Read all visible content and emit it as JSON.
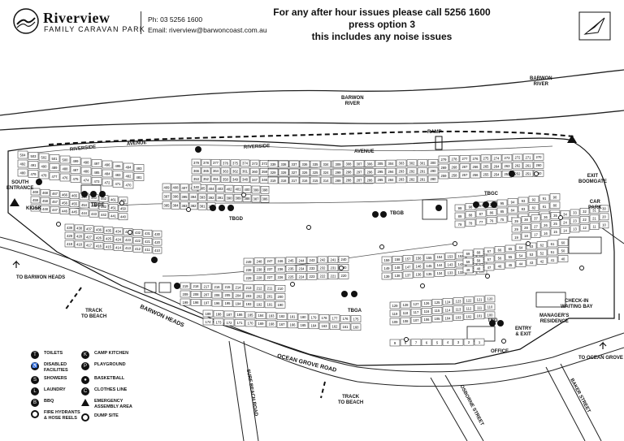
{
  "header": {
    "brand_name": "Riverview",
    "brand_sub": "FAMILY CARAVAN PARK",
    "phone": "Ph: 03 5256 1600",
    "email": "Email: riverview@barwoncoast.com.au",
    "notice_lines": [
      "For any after hour issues please call 5256 1600",
      "press option 3",
      "this includes any noise issues"
    ]
  },
  "map_labels": {
    "barwon_river_1": "BARWON\nRIVER",
    "barwon_river_2": "BARWON\nRIVER",
    "ramp": "RAMP",
    "riverside_1": "RIVERSIDE",
    "avenue_1": "AVENUE",
    "riverside_2": "RIVERSIDE",
    "avenue_2": "AVENUE",
    "south_entrance": "SOUTH\nENTRANCE",
    "kiosk": "KIOSK",
    "to_barwon_heads": "TO BARWON HEADS",
    "track_to_beach_1": "TRACK\nTO BEACH",
    "track_to_beach_2": "TRACK\nTO BEACH",
    "barwon_heads_rd": "BARWON HEADS",
    "ocean_grove_road": "OCEAN GROVE ROAD",
    "surf_beach_road": "SURF BEACH ROAD",
    "osborne_street": "OSBORNE STREET",
    "baker_street": "BAKER STREET",
    "exit_boomgate": "EXIT\nBOOMGATE",
    "car_park": "CAR\nPARK",
    "check_in": "CHECK-IN\nWAITING BAY",
    "managers_residence": "MANAGER'S\nRESIDENCE",
    "entry_exit": "ENTRY\n& EXIT",
    "office": "OFFICE",
    "to_ocean_grove": "TO OCEAN GROVE",
    "tbge": "TBGE",
    "tbgd": "TBGD",
    "tbgb": "TBGB",
    "tbgc": "TBGC",
    "tbga": "TBGA",
    "tbg": "TBG"
  },
  "sites": {
    "row_a": [
      "504",
      "503",
      "502",
      "501",
      "500",
      "499",
      "498",
      "497",
      "496",
      "495",
      "494",
      "493",
      "492",
      "491",
      "490",
      "489",
      "488",
      "487",
      "486",
      "485",
      "484",
      "483",
      "482",
      "481",
      "480",
      "479",
      "478",
      "477",
      "476",
      "475",
      "474",
      "473",
      "472",
      "471",
      "470"
    ],
    "row_b": [
      "469",
      "468",
      "467",
      "466",
      "465",
      "464",
      "463",
      "462",
      "461",
      "460",
      "459",
      "458",
      "457",
      "456",
      "455",
      "454",
      "453",
      "452",
      "451",
      "450",
      "449",
      "448",
      "447",
      "446",
      "445",
      "444",
      "443",
      "442",
      "441",
      "440"
    ],
    "row_c": [
      "439",
      "438",
      "437",
      "436",
      "435",
      "434",
      "433",
      "432",
      "431",
      "430",
      "429",
      "428",
      "427",
      "426",
      "425",
      "424",
      "423",
      "422",
      "421",
      "420",
      "419",
      "418",
      "417",
      "416",
      "415",
      "414",
      "413",
      "412",
      "411",
      "410"
    ],
    "row_d": [
      "409",
      "408",
      "407",
      "406",
      "405",
      "404",
      "403",
      "402",
      "401",
      "400",
      "399",
      "398",
      "397",
      "396",
      "395",
      "394",
      "393",
      "392",
      "391",
      "390",
      "389",
      "388",
      "387",
      "386",
      "385",
      "384",
      "383",
      "382",
      "381",
      "380"
    ],
    "row_e": [
      "379",
      "378",
      "377",
      "376",
      "375",
      "374",
      "373",
      "372",
      "371",
      "370",
      "369",
      "368",
      "367",
      "366",
      "365",
      "364",
      "363",
      "362",
      "361",
      "360",
      "359",
      "358",
      "357",
      "356",
      "355",
      "354",
      "353",
      "352",
      "351",
      "350",
      "349",
      "348",
      "347",
      "346",
      "345",
      "344",
      "343",
      "342",
      "341",
      "340"
    ],
    "row_f": [
      "339",
      "338",
      "337",
      "336",
      "335",
      "334",
      "333",
      "332",
      "331",
      "330",
      "329",
      "328",
      "327",
      "326",
      "325",
      "324",
      "323",
      "322",
      "321",
      "320",
      "319",
      "318",
      "317",
      "316",
      "315",
      "314",
      "313",
      "312",
      "311",
      "310"
    ],
    "row_g": [
      "309",
      "308",
      "307",
      "306",
      "305",
      "304",
      "303",
      "302",
      "301",
      "300",
      "299",
      "298",
      "297",
      "296",
      "295",
      "294",
      "293",
      "292",
      "291",
      "290",
      "289",
      "288",
      "287",
      "286",
      "285",
      "284",
      "283",
      "282",
      "281",
      "280"
    ],
    "row_h": [
      "279",
      "278",
      "277",
      "276",
      "275",
      "274",
      "273",
      "272",
      "271",
      "270",
      "269",
      "268",
      "267",
      "266",
      "265",
      "264",
      "263",
      "262",
      "261",
      "260",
      "259",
      "258",
      "257",
      "256",
      "255",
      "254",
      "253",
      "252",
      "251",
      "250"
    ],
    "row_i": [
      "249",
      "248",
      "247",
      "246",
      "245",
      "244",
      "243",
      "242",
      "241",
      "240",
      "239",
      "238",
      "237",
      "236",
      "235",
      "234",
      "233",
      "232",
      "231",
      "230",
      "229",
      "228",
      "227",
      "226",
      "225",
      "224",
      "223",
      "222",
      "221",
      "220"
    ],
    "row_j": [
      "219",
      "218",
      "217",
      "216",
      "215",
      "214",
      "213",
      "212",
      "211",
      "210",
      "209",
      "208",
      "207",
      "206",
      "205",
      "204",
      "203",
      "202",
      "201",
      "200",
      "199",
      "198",
      "197",
      "196",
      "195",
      "194",
      "193",
      "192",
      "191",
      "190"
    ],
    "row_k": [
      "189",
      "188",
      "187",
      "186",
      "185",
      "184",
      "183",
      "182",
      "181",
      "180",
      "179",
      "178",
      "177",
      "176",
      "175",
      "174",
      "173",
      "172",
      "171",
      "170",
      "169",
      "168",
      "167",
      "166",
      "165",
      "164",
      "163",
      "162",
      "161",
      "160"
    ],
    "row_l": [
      "159",
      "158",
      "157",
      "156",
      "155",
      "154",
      "153",
      "152",
      "151",
      "150",
      "149",
      "148",
      "147",
      "146",
      "145",
      "144",
      "143",
      "142",
      "141",
      "140",
      "139",
      "138",
      "137",
      "136",
      "135",
      "134",
      "133",
      "132",
      "131",
      "130"
    ],
    "row_m": [
      "129",
      "128",
      "127",
      "126",
      "125",
      "124",
      "123",
      "122",
      "121",
      "120",
      "119",
      "118",
      "117",
      "116",
      "115",
      "114",
      "113",
      "112",
      "111",
      "110",
      "109",
      "108",
      "107",
      "106",
      "105",
      "104",
      "103",
      "102",
      "101",
      "100"
    ],
    "row_n": [
      "99",
      "98",
      "97",
      "96",
      "95",
      "94",
      "93",
      "92",
      "91",
      "90",
      "89",
      "88",
      "87",
      "86",
      "85",
      "84",
      "83",
      "82",
      "81",
      "80",
      "79",
      "78",
      "77",
      "76",
      "75",
      "74",
      "73",
      "72",
      "71",
      "70"
    ],
    "row_o": [
      "69",
      "68",
      "67",
      "66",
      "65",
      "64",
      "63",
      "62",
      "61",
      "60",
      "59",
      "58",
      "57",
      "56",
      "55",
      "54",
      "53",
      "52",
      "51",
      "50",
      "49",
      "48",
      "47",
      "46",
      "45",
      "44",
      "43",
      "42",
      "41",
      "40"
    ],
    "row_p": [
      "39",
      "38",
      "37",
      "36",
      "35",
      "34",
      "33",
      "32",
      "31",
      "30",
      "29",
      "28",
      "27",
      "26",
      "25",
      "24",
      "23",
      "22",
      "21",
      "20",
      "19",
      "18",
      "17",
      "16",
      "15",
      "14",
      "13",
      "12",
      "11",
      "10"
    ],
    "row_q": [
      "9",
      "8",
      "7",
      "6",
      "5",
      "4",
      "3",
      "2",
      "1"
    ]
  },
  "legend": {
    "col1": [
      "TOILETS",
      "DISABLED\nFACILITIES",
      "SHOWERS",
      "LAUNDRY",
      "BBQ",
      "FIRE HYDRANTS\n& HOSE REELS"
    ],
    "col2": [
      "CAMP KITCHEN",
      "PLAYGROUND",
      "BASKETBALL",
      "CLOTHES LINE",
      "EMERGENCY\nASSEMBLY AREA",
      "DUMP SITE"
    ]
  },
  "colors": {
    "ink": "#111111",
    "paper": "#ffffff",
    "road_edge": "#222222"
  }
}
